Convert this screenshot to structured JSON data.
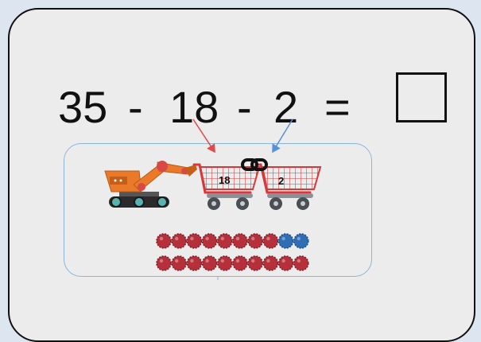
{
  "equation": {
    "first": "35",
    "op1": "-",
    "second": "18",
    "op2": "-",
    "third": "2",
    "equals": "="
  },
  "carts": [
    {
      "label": "18"
    },
    {
      "label": "2"
    }
  ],
  "counters": {
    "row1": {
      "red": 8,
      "blue": 2
    },
    "row2": {
      "red": 10,
      "blue": 0
    }
  },
  "colors": {
    "arrow_red": "#e04a4a",
    "arrow_blue": "#5b8fd6",
    "counter_red": "#b5303a",
    "counter_blue": "#2f6db5",
    "excavator": "#ea7a2a",
    "cart": "#d9383a"
  },
  "icons": [
    "excavator-icon",
    "cart-icon",
    "chain-link-icon"
  ]
}
